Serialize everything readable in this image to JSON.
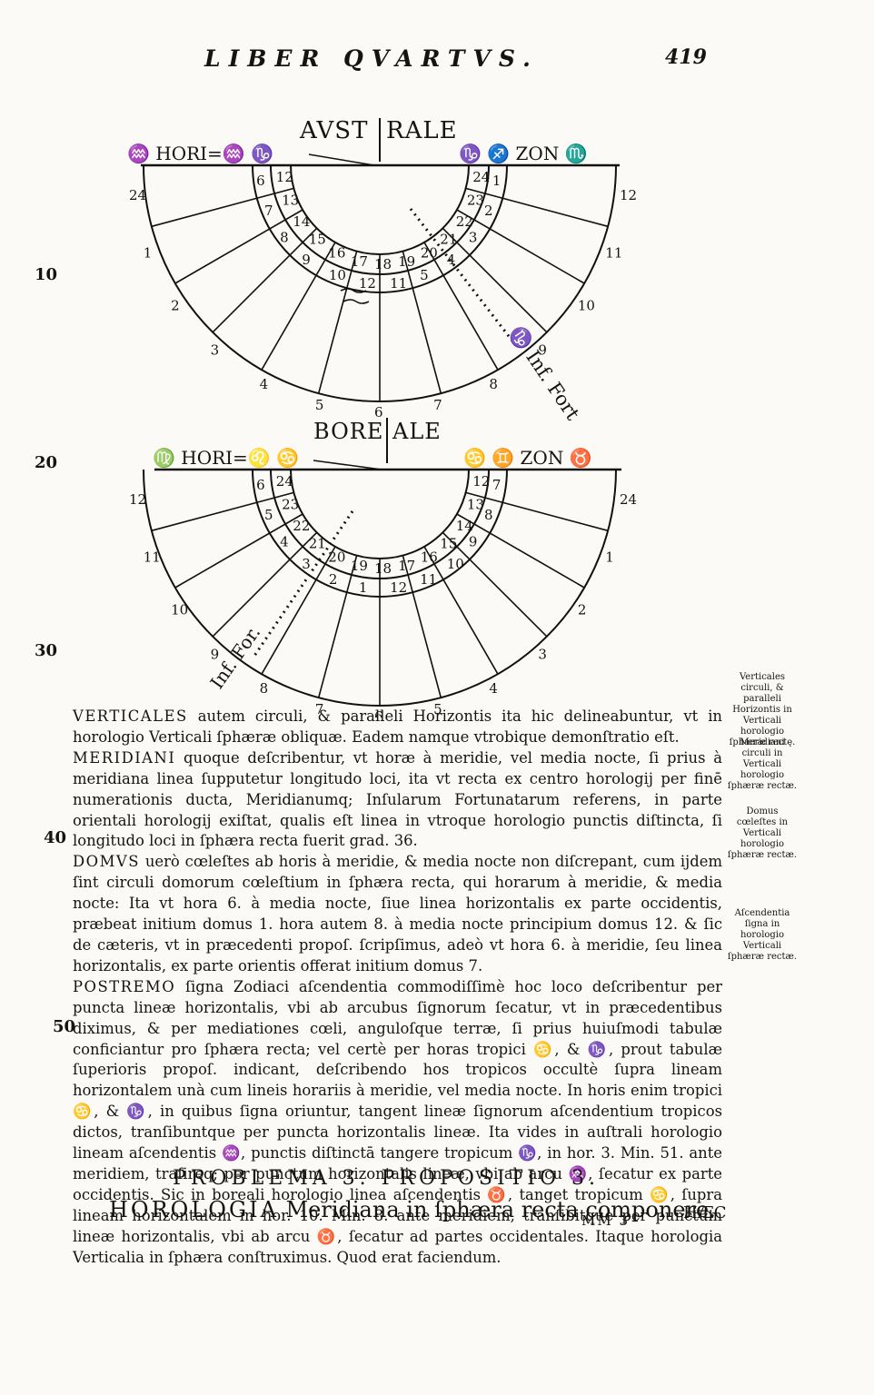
{
  "header": {
    "running_head": "LIBER QVARTVS.",
    "page_number": "419"
  },
  "margin_line_numbers": [
    "10",
    "20",
    "30",
    "40",
    "50"
  ],
  "figure_south": {
    "title_left": "AVST",
    "title_right": "RALE",
    "horizon_left": "♒ HORI=♒ ♑",
    "horizon_right": "♑ ♐ ZON ♏",
    "outer_hours_left": [
      "24",
      "1",
      "2",
      "3",
      "4",
      "5",
      "6"
    ],
    "outer_hours_right": [
      "12",
      "11",
      "10",
      "9",
      "8",
      "7"
    ],
    "zodiac_hours": [
      "6",
      "7",
      "8",
      "9",
      "10",
      "12",
      "11",
      "5",
      "4",
      "3",
      "2",
      "1"
    ],
    "inner_hours": [
      "12",
      "13",
      "14",
      "15",
      "16",
      "17",
      "18",
      "19",
      "20",
      "21",
      "22",
      "23",
      "24"
    ],
    "tropic_label": "♑ Inf. Fort."
  },
  "figure_north": {
    "title_left": "BORE",
    "title_right": "ALE",
    "horizon_left": "♍ HORI=♌ ♋",
    "horizon_right": "♋ ♊ ZON ♉",
    "outer_hours_left": [
      "12",
      "11",
      "10",
      "9",
      "8",
      "7",
      "6"
    ],
    "outer_hours_right": [
      "24",
      "1",
      "2",
      "3",
      "4",
      "5"
    ],
    "zodiac_hours": [
      "6",
      "5",
      "4",
      "3",
      "2",
      "1",
      "12",
      "11",
      "10",
      "9",
      "8",
      "7"
    ],
    "inner_hours": [
      "24",
      "23",
      "22",
      "21",
      "20",
      "19",
      "18",
      "17",
      "16",
      "15",
      "14",
      "13",
      "12"
    ],
    "tropic_label": "Inf. For."
  },
  "body": {
    "paragraphs": [
      {
        "lead": "VERTICALES",
        "text": " autem circuli, & paralleli Horizontis ita hic delineabuntur, vt in horologio Verticali ſphæræ obliquæ. Eadem namque vtrobique demonſtratio eſt."
      },
      {
        "lead": "MERIDIANI",
        "text": " quoque deſcribentur, vt horæ à meridie, vel media nocte, ſi prius à meridiana linea ſupputetur longitudo loci, ita vt recta ex centro horologij per finē numerationis ducta, Meridianumq; Inſularum Fortunatarum referens, in parte orientali horologij exiſtat, qualis eſt linea in vtroque horologio punctis diſtincta, ſi longitudo loci in ſphæra recta fuerit grad. 36."
      },
      {
        "lead": "DOMVS",
        "text": " uerò cœleſtes ab horis à meridie, & media nocte non diſcrepant, cum ijdem ſint circuli domorum cœleſtium in ſphæra recta, qui horarum à meridie, & media nocte: Ita vt hora 6. à media nocte, ſiue linea horizontalis ex parte occidentis, præbeat initium domus 1. hora autem 8. à media nocte principium domus 12. & ſic de cæteris, vt in præcedenti propoſ. ſcripſimus, adeò vt hora 6. à meridie, ſeu linea horizontalis, ex parte orientis offerat initium domus 7."
      },
      {
        "lead": "POSTREMO",
        "text": " ſigna Zodiaci aſcendentia commodiſſimè hoc loco deſcribentur per puncta lineæ horizontalis, vbi ab arcubus ſignorum ſecatur, vt in præcedentibus diximus, & per mediationes cœli, anguloſque terræ, ſi prius huiuſmodi tabulæ conficiantur pro ſphæra recta; vel certè per horas tropici ♋, & ♑, prout tabulæ ſuperioris propoſ. indicant, deſcribendo hos tropicos occultè ſupra lineam horizontalem unà cum lineis horariis à meridie, vel media nocte. In horis enim tropici ♋, & ♑, in quibus ſigna oriuntur, tangent lineæ ſignorum aſcendentium tropicos dictos, tranſibuntque per puncta horizontalis lineæ. Ita vides in auſtrali horologio lineam aſcendentis ♒, punctis diſtinctā tangere tropicum ♑, in hor. 3. Min. 51. ante meridiem, traſireq; per punctum horizontalis lineæ, vbi ab arcu ♒, ſecatur ex parte occidentis. Sic in boreali horologio linea aſcendentis ♉, tanget tropicum ♋, ſupra lineam horizontalem in hor. 10. Min. 8. ante meridiem, tranſibitque per punctum lineæ horizontalis, vbi ab arcu ♉, ſecatur ad partes occidentales. Itaque horologia Verticalia in ſphæra conſtruximus. Quod erat faciendum."
      }
    ]
  },
  "marginal_notes": [
    "Verticales circuli, & paralleli Horizontis in Verticali horologio ſphæræ rectę.",
    "Meridiani circuli in Verticali horologio ſphæræ rectæ.",
    "Domus cœleſtes in Verticali horologio ſphæræ rectæ.",
    "Aſcendentia ſigna in horologio Verticali ſphæræ rectæ."
  ],
  "footer": {
    "problem_heading": "PROBLEMA 3. PROPOSITIO 3.",
    "title_lead": "HOROLOGIA",
    "title_rest": "Meridiana in ſphæra recta componere.",
    "signature": "MM 3",
    "catchword": "HÆC"
  }
}
